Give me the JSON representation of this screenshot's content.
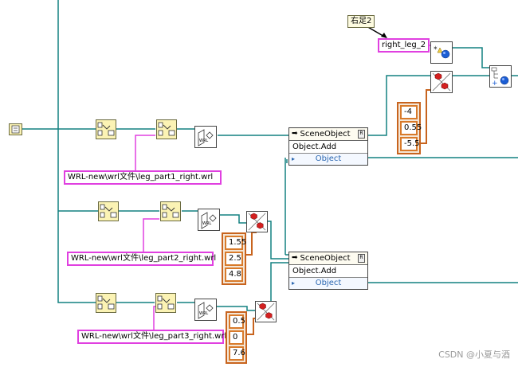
{
  "caption": {
    "text": "右足2"
  },
  "name_constant": {
    "text": "right_leg_2"
  },
  "path_constants": [
    {
      "text": "WRL-new\\wrl文件\\leg_part1_right.wrl"
    },
    {
      "text": "WRL-new\\wrl文件\\leg_part2_right.wrl"
    },
    {
      "text": "WRL-new\\wrl文件\\leg_part3_right.wrl"
    }
  ],
  "vector_clusters": [
    {
      "values": [
        "-4",
        "0.55",
        "-5.5"
      ]
    },
    {
      "values": [
        "1.55",
        "2.5",
        "4.8"
      ]
    },
    {
      "values": [
        "0.5",
        "0",
        "7.6"
      ]
    }
  ],
  "invoke_nodes": [
    {
      "class_name": "SceneObject",
      "method": "Object.Add Object",
      "output": "Object"
    },
    {
      "class_name": "SceneObject",
      "method": "Object.Add Object",
      "output": "Object"
    }
  ],
  "icons": {
    "path_build": "build-path-icon",
    "wrl_load": "wrl-file-icon",
    "transform": "3d-transform-icon",
    "scene_object": "scene-object-icon",
    "front_panel": "front-panel-icon"
  },
  "colors": {
    "path_wire": "#e040e0",
    "refnum_wire": "#128080",
    "numeric_wire": "#c8641e"
  },
  "watermark": {
    "text": "CSDN @小夏与酒"
  }
}
